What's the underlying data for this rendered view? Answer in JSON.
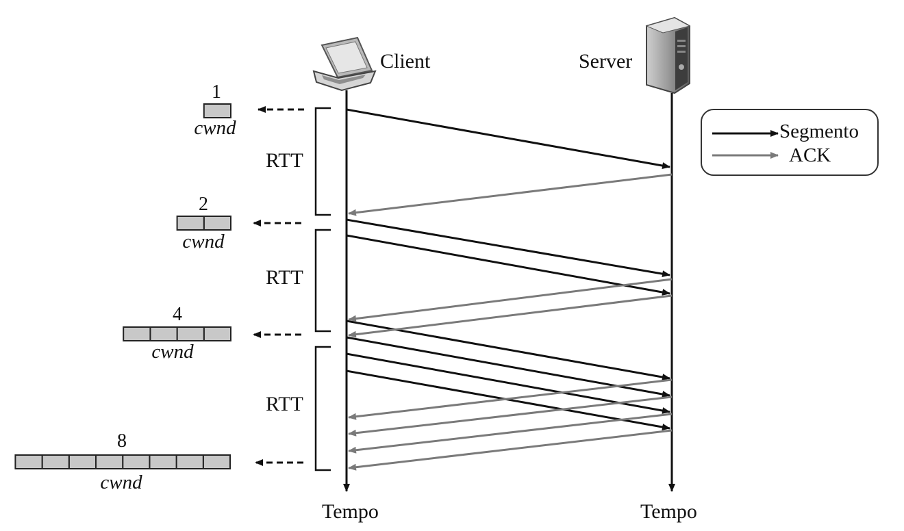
{
  "client": {
    "label": "Client"
  },
  "server": {
    "label": "Server"
  },
  "time_labels": {
    "client": "Tempo",
    "server": "Tempo"
  },
  "legend": {
    "segment": "Segmento",
    "ack": "ACK"
  },
  "rtt_labels": [
    "RTT",
    "RTT",
    "RTT"
  ],
  "cwnd": [
    {
      "value": "1",
      "label": "cwnd",
      "segments": 1
    },
    {
      "value": "2",
      "label": "cwnd",
      "segments": 2
    },
    {
      "value": "4",
      "label": "cwnd",
      "segments": 4
    },
    {
      "value": "8",
      "label": "cwnd",
      "segments": 8
    }
  ],
  "colors": {
    "segment_arrow": "#111111",
    "ack_arrow": "#7a7a7a",
    "cwnd_box": "#c8c8c8"
  }
}
